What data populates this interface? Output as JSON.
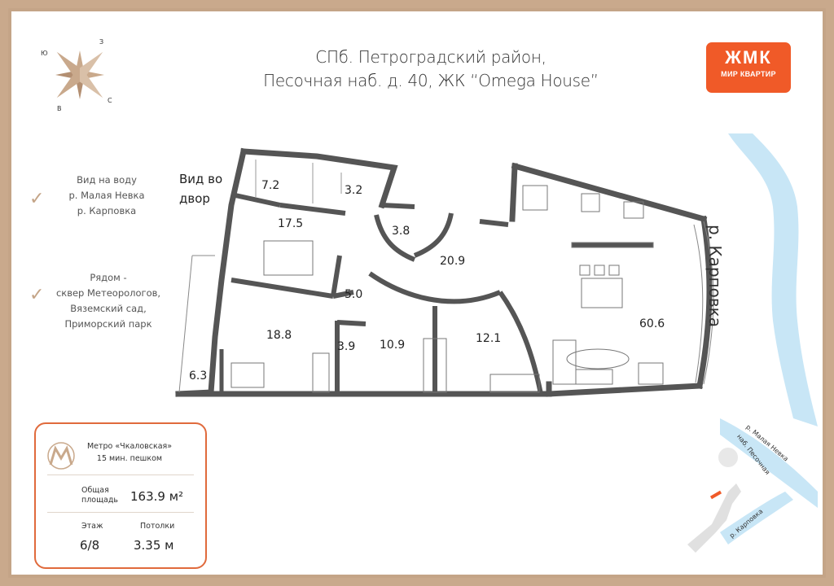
{
  "header": {
    "title_line1": "СПб. Петроградский район,",
    "title_line2": "Песочная наб. д. 40, ЖК “Omega House”"
  },
  "logo": {
    "mark": "ЖМК",
    "text": "МИР КВАРТИР",
    "color": "#f05a28"
  },
  "compass": {
    "north": "З",
    "west": "Ю",
    "east": "С",
    "south": "В"
  },
  "features": {
    "view": {
      "line1": "Вид на воду",
      "line2": "р. Малая Невка",
      "line3": "р. Карповка"
    },
    "nearby": {
      "line1": "Рядом -",
      "line2": "сквер Метеорологов,",
      "line3": "Вяземский сад,",
      "line4": "Приморский парк"
    }
  },
  "plan": {
    "view_label_line1": "Вид во",
    "view_label_line2": "двор",
    "river_label": "р. Карповка",
    "rooms": [
      {
        "area": "7.2"
      },
      {
        "area": "3.2"
      },
      {
        "area": "17.5"
      },
      {
        "area": "3.8"
      },
      {
        "area": "20.9"
      },
      {
        "area": "5.0"
      },
      {
        "area": "60.6"
      },
      {
        "area": "18.8"
      },
      {
        "area": "3.9"
      },
      {
        "area": "10.9"
      },
      {
        "area": "12.1"
      },
      {
        "area": "6.3"
      }
    ]
  },
  "info_card": {
    "metro_line1": "Метро «Чкаловская»",
    "metro_line2": "15 мин. пешком",
    "area_label_line1": "Общая",
    "area_label_line2": "площадь",
    "area_value": "163.9 м²",
    "floor_label": "Этаж",
    "floor_value": "6/8",
    "ceiling_label": "Потолки",
    "ceiling_value": "3.35 м",
    "accent": "#e06a3c"
  },
  "mini_map": {
    "label_river1": "р. Малая Невка",
    "label_embankment": "наб. Песочная",
    "label_river2": "р. Карповка"
  }
}
